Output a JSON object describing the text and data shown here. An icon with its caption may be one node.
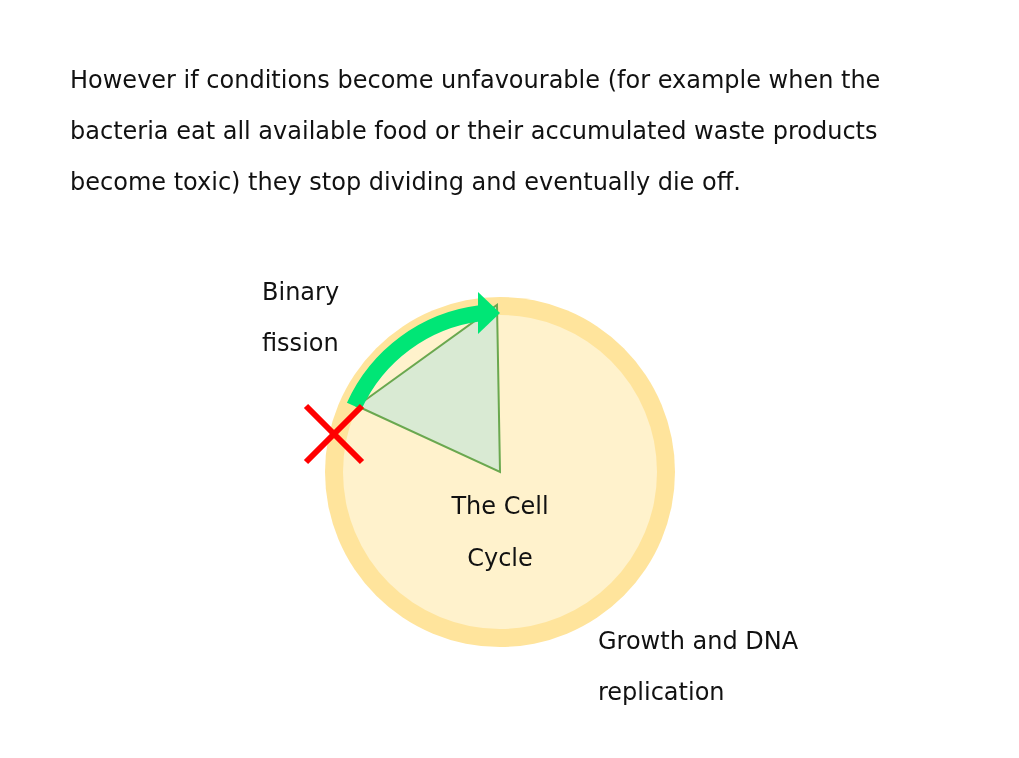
{
  "diagram": {
    "nodes": [
      {
        "text": [
          "The Cell Cycle"
        ]
      }
    ],
    "edges": [],
    "labels": [
      "However if conditions become unfavourable (for example when the bacteria eat all available food or their accumulated waste products become toxic) they stop dividing and eventually die off.",
      "Binary fission",
      "Growth and DNA replication"
    ]
  }
}
